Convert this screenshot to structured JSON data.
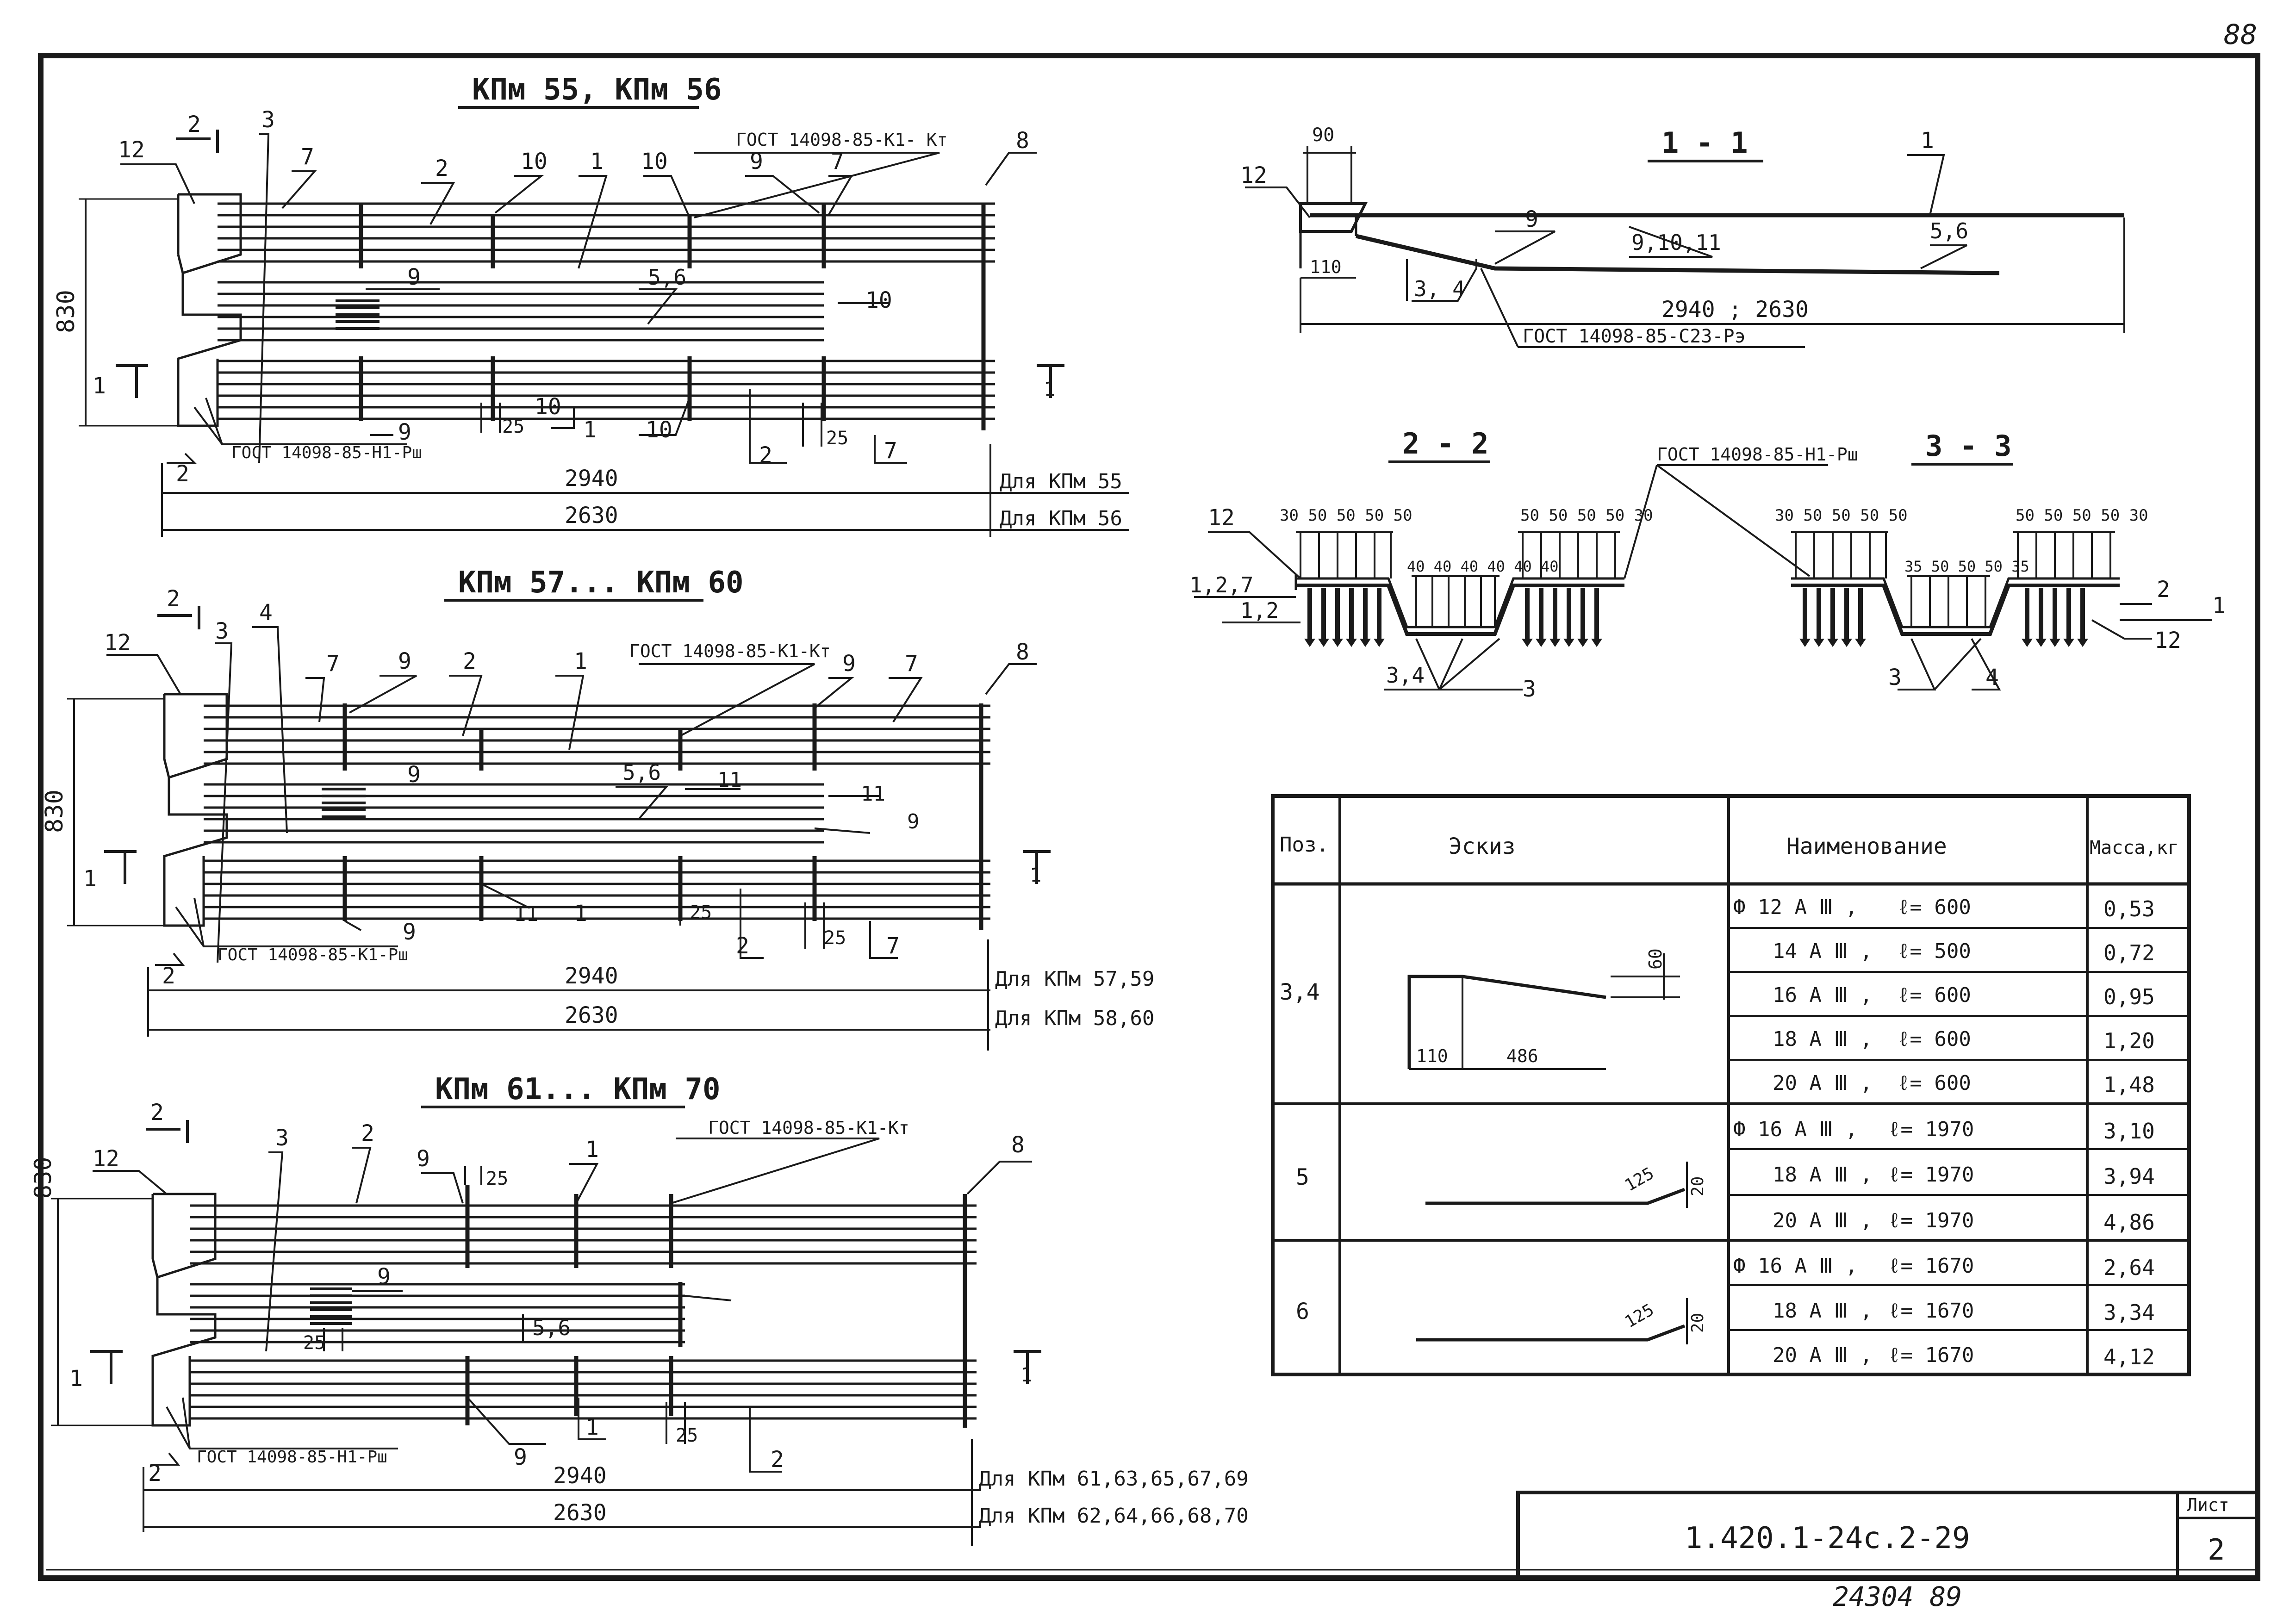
{
  "page": {
    "page_number": "88",
    "sheet_label": "Лист",
    "sheet_number": "2",
    "doc_code": "1.420.1-24с.2-29",
    "stamp": "24304 89"
  },
  "drawings": {
    "d1": {
      "title": "КПм 55, КПм 56",
      "dim_height": "830",
      "dim_2940": "2940",
      "dim_2630": "2630",
      "for_a": "Для КПм 55",
      "for_b": "Для КПм 56",
      "gost_top": "ГОСТ 14098-85-К1- Кт",
      "gost_bottom": "ГОСТ 14098-85-Н1-Рш",
      "sec1": "1",
      "sec2": "2",
      "sec1b": "1",
      "sec2b": "2",
      "d25a": "25",
      "d25b": "25",
      "c12": "12",
      "c3": "3",
      "c7": "7",
      "c2": "2",
      "c10a": "10",
      "c1": "1",
      "c10b": "10",
      "c9": "9",
      "c7b": "7",
      "c8": "8",
      "c9a": "9",
      "c56": "5,6",
      "c10c": "10",
      "c10d": "10",
      "c1b": "1",
      "c10e": "10",
      "c2b": "2",
      "c7c": "7",
      "c9b": "9"
    },
    "d2": {
      "title": "КПм 57... КПм 60",
      "dim_height": "830",
      "dim_2940": "2940",
      "dim_2630": "2630",
      "for_a": "Для КПм 57,59",
      "for_b": "Для КПм 58,60",
      "gost_top": "ГОСТ 14098-85-К1-Кт",
      "gost_bottom": "ГОСТ 14098-85-К1-Рш",
      "sec1": "1",
      "sec2": "2",
      "sec1b": "1",
      "sec2b": "2",
      "d25a": "25",
      "d25b": "25",
      "c12": "12",
      "c3": "3",
      "c4": "4",
      "c7": "7",
      "c9": "9",
      "c2": "2",
      "c1": "1",
      "c9b": "9",
      "c7b": "7",
      "c8": "8",
      "c9c": "9",
      "c56": "5,6",
      "c11a": "11",
      "c11b": "11",
      "c9d": "9",
      "c11c": "11",
      "c1b": "1",
      "c2b": "2",
      "c7c": "7",
      "c9e": "9"
    },
    "d3": {
      "title": "КПм 61... КПм 70",
      "dim_height": "830",
      "dim_2940": "2940",
      "dim_2630": "2630",
      "for_a": "Для КПм 61,63,65,67,69",
      "for_b": "Для КПм 62,64,66,68,70",
      "gost_top": "ГОСТ 14098-85-К1-Кт",
      "gost_bottom": "ГОСТ 14098-85-Н1-Рш",
      "sec1": "1",
      "sec2": "2",
      "sec1b": "1",
      "sec2b": "2",
      "d25a": "25",
      "d25b": "25",
      "d25c": "25",
      "c12": "12",
      "c3": "3",
      "c2": "2",
      "c9": "9",
      "c1": "1",
      "c8": "8",
      "c9b": "9",
      "c56": "5,6",
      "c9c": "9",
      "c1b": "1",
      "c2b": "2"
    },
    "s11": {
      "title": "1 - 1",
      "d90": "90",
      "d110": "110",
      "dim": "2940 ; 2630",
      "gost": "ГОСТ 14098-85-С23-Рэ",
      "c12": "12",
      "c9": "9",
      "c91011": "9,10,11",
      "c1": "1",
      "c56": "5,6",
      "c34": "3, 4"
    },
    "s22": {
      "title": "2 - 2",
      "dims_l": "30 50 50 50 50",
      "dims_m": "40 40 40 40 40 40",
      "dims_r": "50 50 50 50 30",
      "c12": "12",
      "c127": "1,2,7",
      "c12b": "1,2",
      "c34": "3,4",
      "c3": "3"
    },
    "s33": {
      "title": "3 - 3",
      "gost": "ГОСТ 14098-85-Н1-Рш",
      "dims_l": "30 50 50 50 50",
      "dims_m": "35 50 50 50 35",
      "dims_r": "50 50 50 50 30",
      "c2": "2",
      "c1": "1",
      "c12": "12",
      "c3": "3",
      "c4": "4"
    }
  },
  "table": {
    "headers": [
      "Поз.",
      "Эскиз",
      "Наименование",
      "Масса,кг"
    ],
    "groups": [
      {
        "pos": "3,4",
        "sketch_dims": [
          "60",
          "110",
          "486"
        ],
        "rows": [
          {
            "name": "Ф 12 А Ⅲ ,",
            "len": "ℓ= 600",
            "mass": "0,53"
          },
          {
            "name": "14 А Ⅲ ,",
            "len": "ℓ= 500",
            "mass": "0,72"
          },
          {
            "name": "16 А Ⅲ ,",
            "len": "ℓ= 600",
            "mass": "0,95"
          },
          {
            "name": "18 А Ⅲ ,",
            "len": "ℓ= 600",
            "mass": "1,20"
          },
          {
            "name": "20 А Ⅲ ,",
            "len": "ℓ= 600",
            "mass": "1,48"
          }
        ]
      },
      {
        "pos": "5",
        "sketch_dims": [
          "125",
          "20"
        ],
        "rows": [
          {
            "name": "Ф 16 А Ⅲ ,",
            "len": "ℓ= 1970",
            "mass": "3,10"
          },
          {
            "name": "18 А Ⅲ ,",
            "len": "ℓ= 1970",
            "mass": "3,94"
          },
          {
            "name": "20 А Ⅲ ,",
            "len": "ℓ= 1970",
            "mass": "4,86"
          }
        ]
      },
      {
        "pos": "6",
        "sketch_dims": [
          "125",
          "20"
        ],
        "rows": [
          {
            "name": "Ф 16 А Ⅲ ,",
            "len": "ℓ= 1670",
            "mass": "2,64"
          },
          {
            "name": "18 А Ⅲ ,",
            "len": "ℓ= 1670",
            "mass": "3,34"
          },
          {
            "name": "20 А Ⅲ ,",
            "len": "ℓ= 1670",
            "mass": "4,12"
          }
        ]
      }
    ]
  }
}
